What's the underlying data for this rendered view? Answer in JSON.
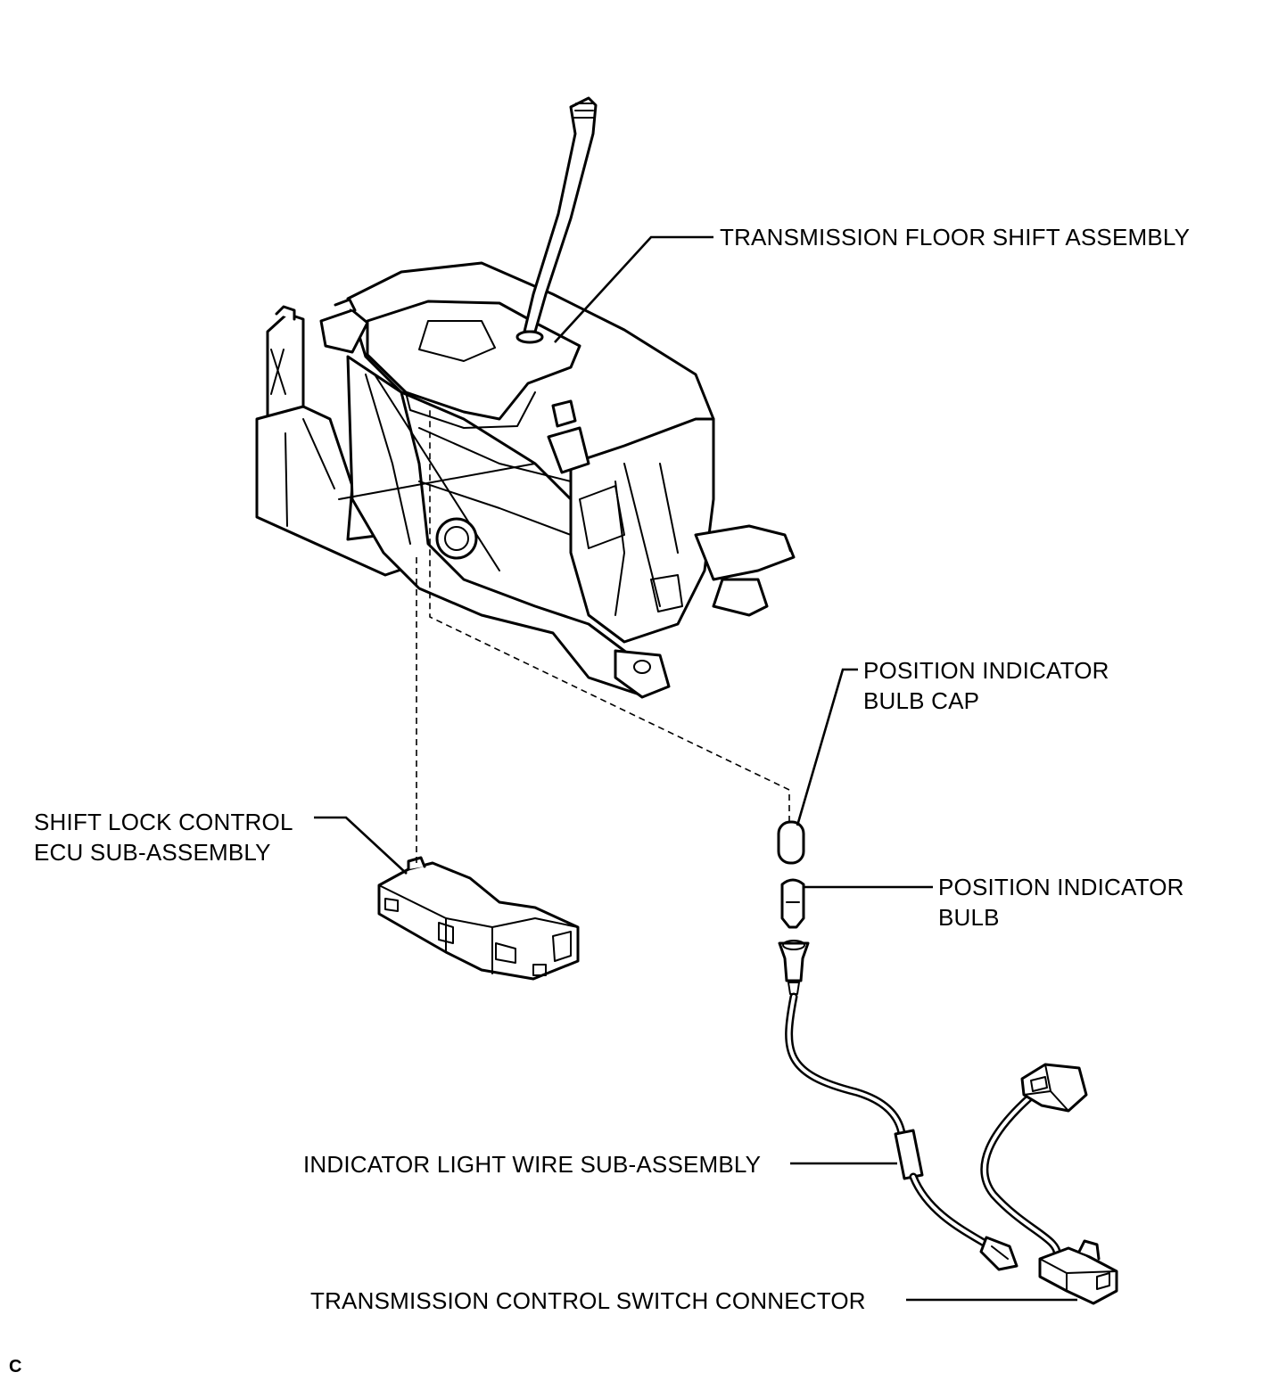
{
  "labels": {
    "floor_shift": "TRANSMISSION FLOOR SHIFT ASSEMBLY",
    "bulb_cap_line1": "POSITION INDICATOR",
    "bulb_cap_line2": "BULB CAP",
    "shift_lock_line1": "SHIFT LOCK CONTROL",
    "shift_lock_line2": "ECU SUB-ASSEMBLY",
    "bulb_line1": "POSITION INDICATOR",
    "bulb_line2": "BULB",
    "wire": "INDICATOR LIGHT WIRE SUB-ASSEMBLY",
    "connector": "TRANSMISSION CONTROL SWITCH CONNECTOR"
  },
  "corner_mark": "C"
}
